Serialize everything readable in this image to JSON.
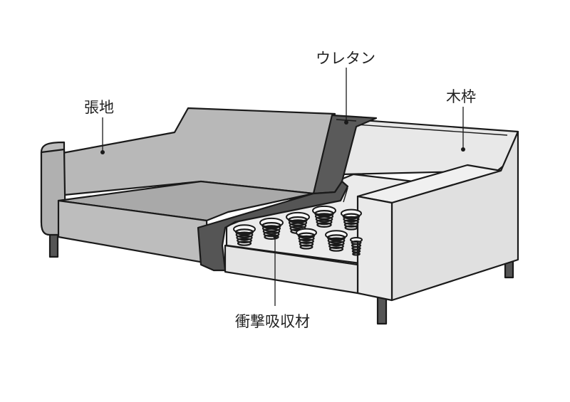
{
  "labels": {
    "upholstery": "張地",
    "urethane": "ウレタン",
    "wood_frame": "木枠",
    "shock_absorber": "衝撃吸収材"
  },
  "colors": {
    "upholstery": "#b5b5b5",
    "urethane": "#595959",
    "frame": "#e6e6e6",
    "outline": "#1a1a1a"
  }
}
